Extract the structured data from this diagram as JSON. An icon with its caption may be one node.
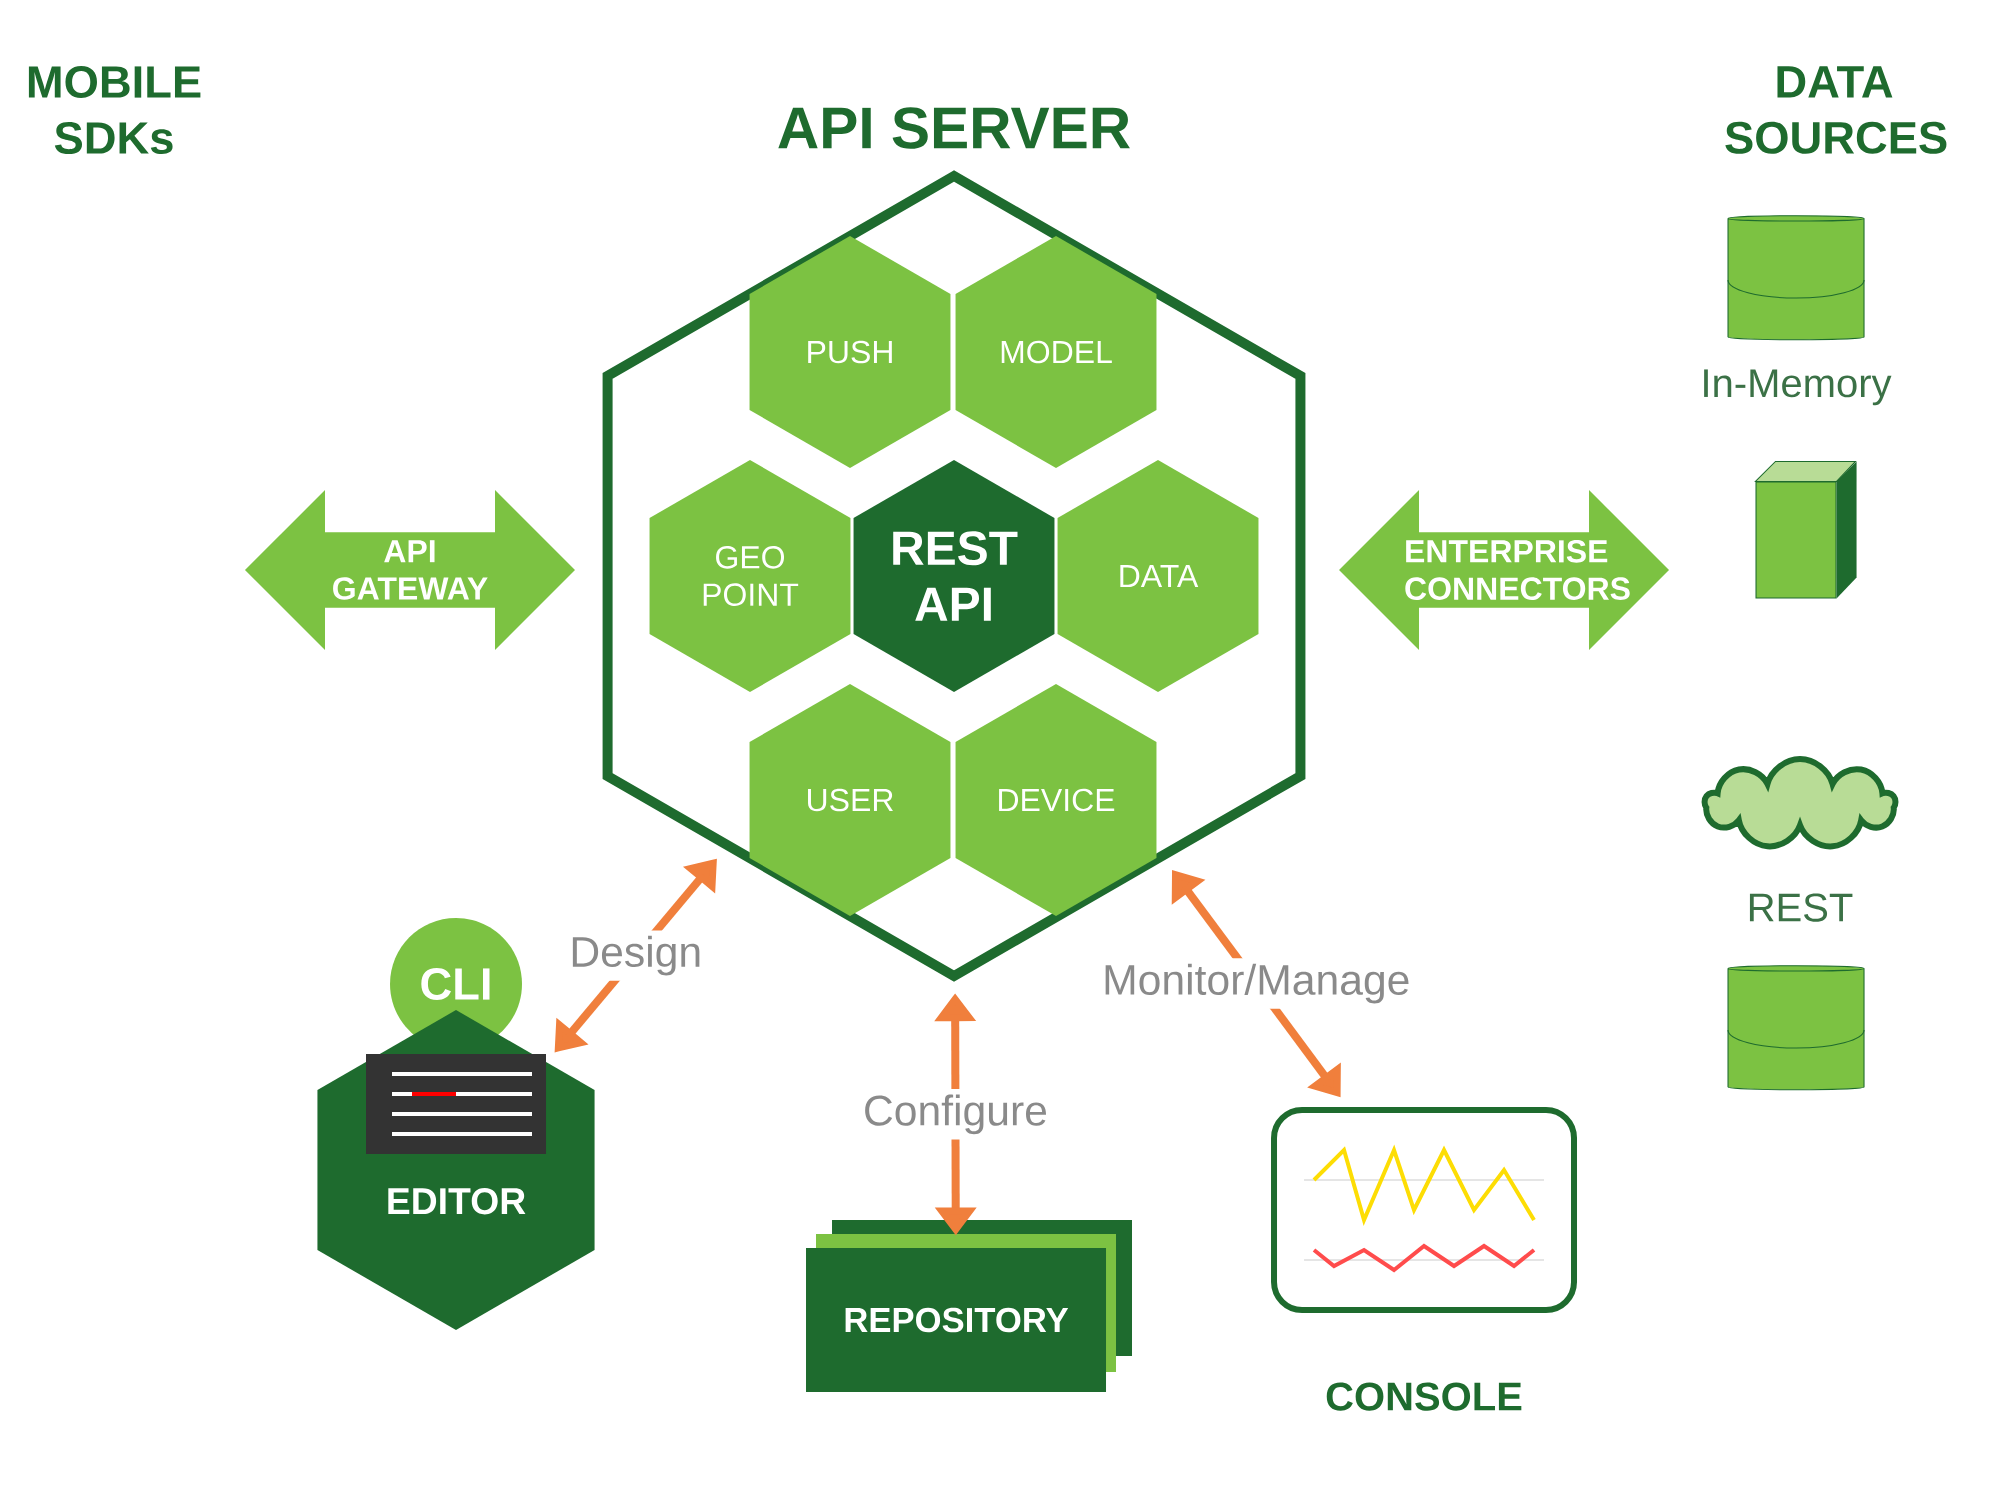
{
  "diagram": {
    "nodes": [
      {
        "text": [
          "API SERVER"
        ]
      },
      {
        "text": [
          "PUSH"
        ],
        "in": 0
      },
      {
        "text": [
          "MODEL"
        ],
        "in": 0
      },
      {
        "text": [
          "GEO POINT"
        ],
        "in": 0
      },
      {
        "text": [
          "REST API"
        ],
        "in": 0
      },
      {
        "text": [
          "DATA"
        ],
        "in": 0
      },
      {
        "text": [
          "USER"
        ],
        "in": 0
      },
      {
        "text": [
          "DEVICE"
        ],
        "in": 0
      },
      {
        "text": [
          "API GATEWAY"
        ]
      },
      {
        "text": [
          "ENTERPRISE CONNECTORS"
        ]
      },
      {
        "text": [
          "CLI"
        ]
      },
      {
        "text": [
          "EDITOR"
        ]
      },
      {
        "text": [
          "REPOSITORY"
        ]
      },
      {
        "text": [
          "CONSOLE"
        ]
      },
      {
        "text": [],
        "shape": "cylinder",
        "beside": [
          "In-Memory"
        ]
      },
      {
        "text": [],
        "shape": "box"
      },
      {
        "text": [],
        "shape": "cloud",
        "beside": [
          "REST"
        ]
      },
      {
        "text": [],
        "shape": "cylinder"
      }
    ],
    "edges": [
      {
        "from": 0,
        "to": 11,
        "arrow": "both",
        "label": "Design"
      },
      {
        "from": 0,
        "to": 12,
        "arrow": "both",
        "label": "Configure"
      },
      {
        "from": 0,
        "to": 13,
        "arrow": "both",
        "label": "Monitor/Manage"
      }
    ],
    "labels": [
      "MOBILE SDKs",
      "DATA SOURCES"
    ]
  }
}
